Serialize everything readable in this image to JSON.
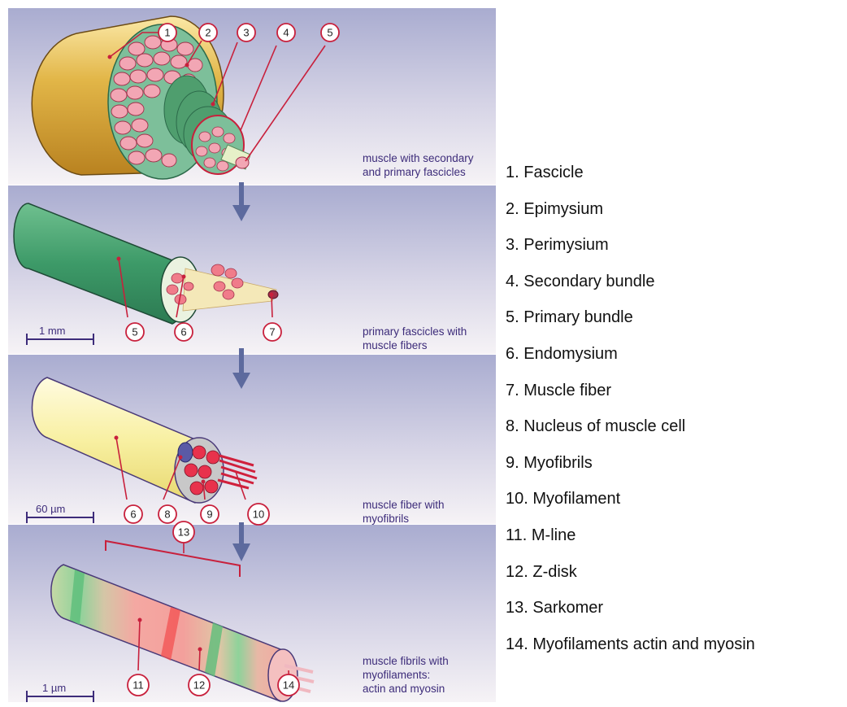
{
  "panels": [
    {
      "caption": [
        "muscle with secondary",
        "and primary fascicles"
      ],
      "scale_label": ""
    },
    {
      "caption": [
        "primary fascicles with",
        "muscle fibers"
      ],
      "scale_label": "1 mm"
    },
    {
      "caption": [
        "muscle fiber with",
        "myofibrils"
      ],
      "scale_label": "60 µm"
    },
    {
      "caption": [
        "muscle fibrils with",
        "myofilaments:",
        "actin and myosin"
      ],
      "scale_label": "1 µm"
    }
  ],
  "callouts": [
    "1",
    "2",
    "3",
    "4",
    "5",
    "5",
    "6",
    "7",
    "6",
    "8",
    "9",
    "10",
    "13",
    "11",
    "12",
    "14"
  ],
  "legend": [
    "1. Fascicle",
    "2. Epimysium",
    "3. Perimysium",
    "4. Secondary bundle",
    "5. Primary bundle",
    "6. Endomysium",
    "7. Muscle fiber",
    "8. Nucleus of muscle cell",
    "9. Myofibrils",
    "10. Myofilament",
    "11. M-line",
    "12. Z-disk",
    "13. Sarkomer",
    "14. Myofilaments actin and myosin"
  ],
  "colors": {
    "panel_top": "#a9acd0",
    "panel_bottom": "#f6f3f6",
    "arrow": "#5d6a9e",
    "callout_line": "#c8203c",
    "epimysium": "#d8a83a",
    "perimysium": "#7dbf9a",
    "fascicle_pink": "#f2a6b4",
    "caption_text": "#3d2c7a"
  }
}
